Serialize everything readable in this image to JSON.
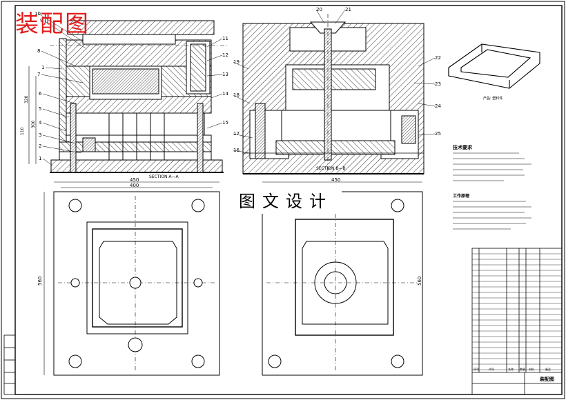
{
  "drawing": {
    "title_overlay": "装配图",
    "watermark": "图文设计",
    "section_labels": [
      "SECTION A—A",
      "SECTION B—B"
    ],
    "dimensions": {
      "top_width_outer": "450",
      "top_width_inner": "400",
      "height_left": "560",
      "height_right": "560",
      "right_width": "450",
      "height_small": "320",
      "height_small2": "300",
      "height_small3": "110"
    },
    "callouts_left": [
      "10",
      "9",
      "8",
      "7",
      "1",
      "6",
      "5",
      "4",
      "3",
      "2",
      "1",
      "11",
      "12",
      "13",
      "14",
      "15"
    ],
    "callouts_right": [
      "20",
      "21",
      "19",
      "18",
      "17",
      "16",
      "22",
      "23",
      "24",
      "25"
    ],
    "notes_title_1": "技术要求",
    "notes_title_2": "工作原理",
    "iso_label": "产品: 塑料件",
    "parts_header": [
      "序号",
      "代号",
      "名称",
      "数量",
      "材料",
      "备注"
    ],
    "sheet_title": "装配图"
  },
  "colors": {
    "line": "#000000",
    "overlay": "#e21b1b",
    "paper": "#ffffff"
  }
}
